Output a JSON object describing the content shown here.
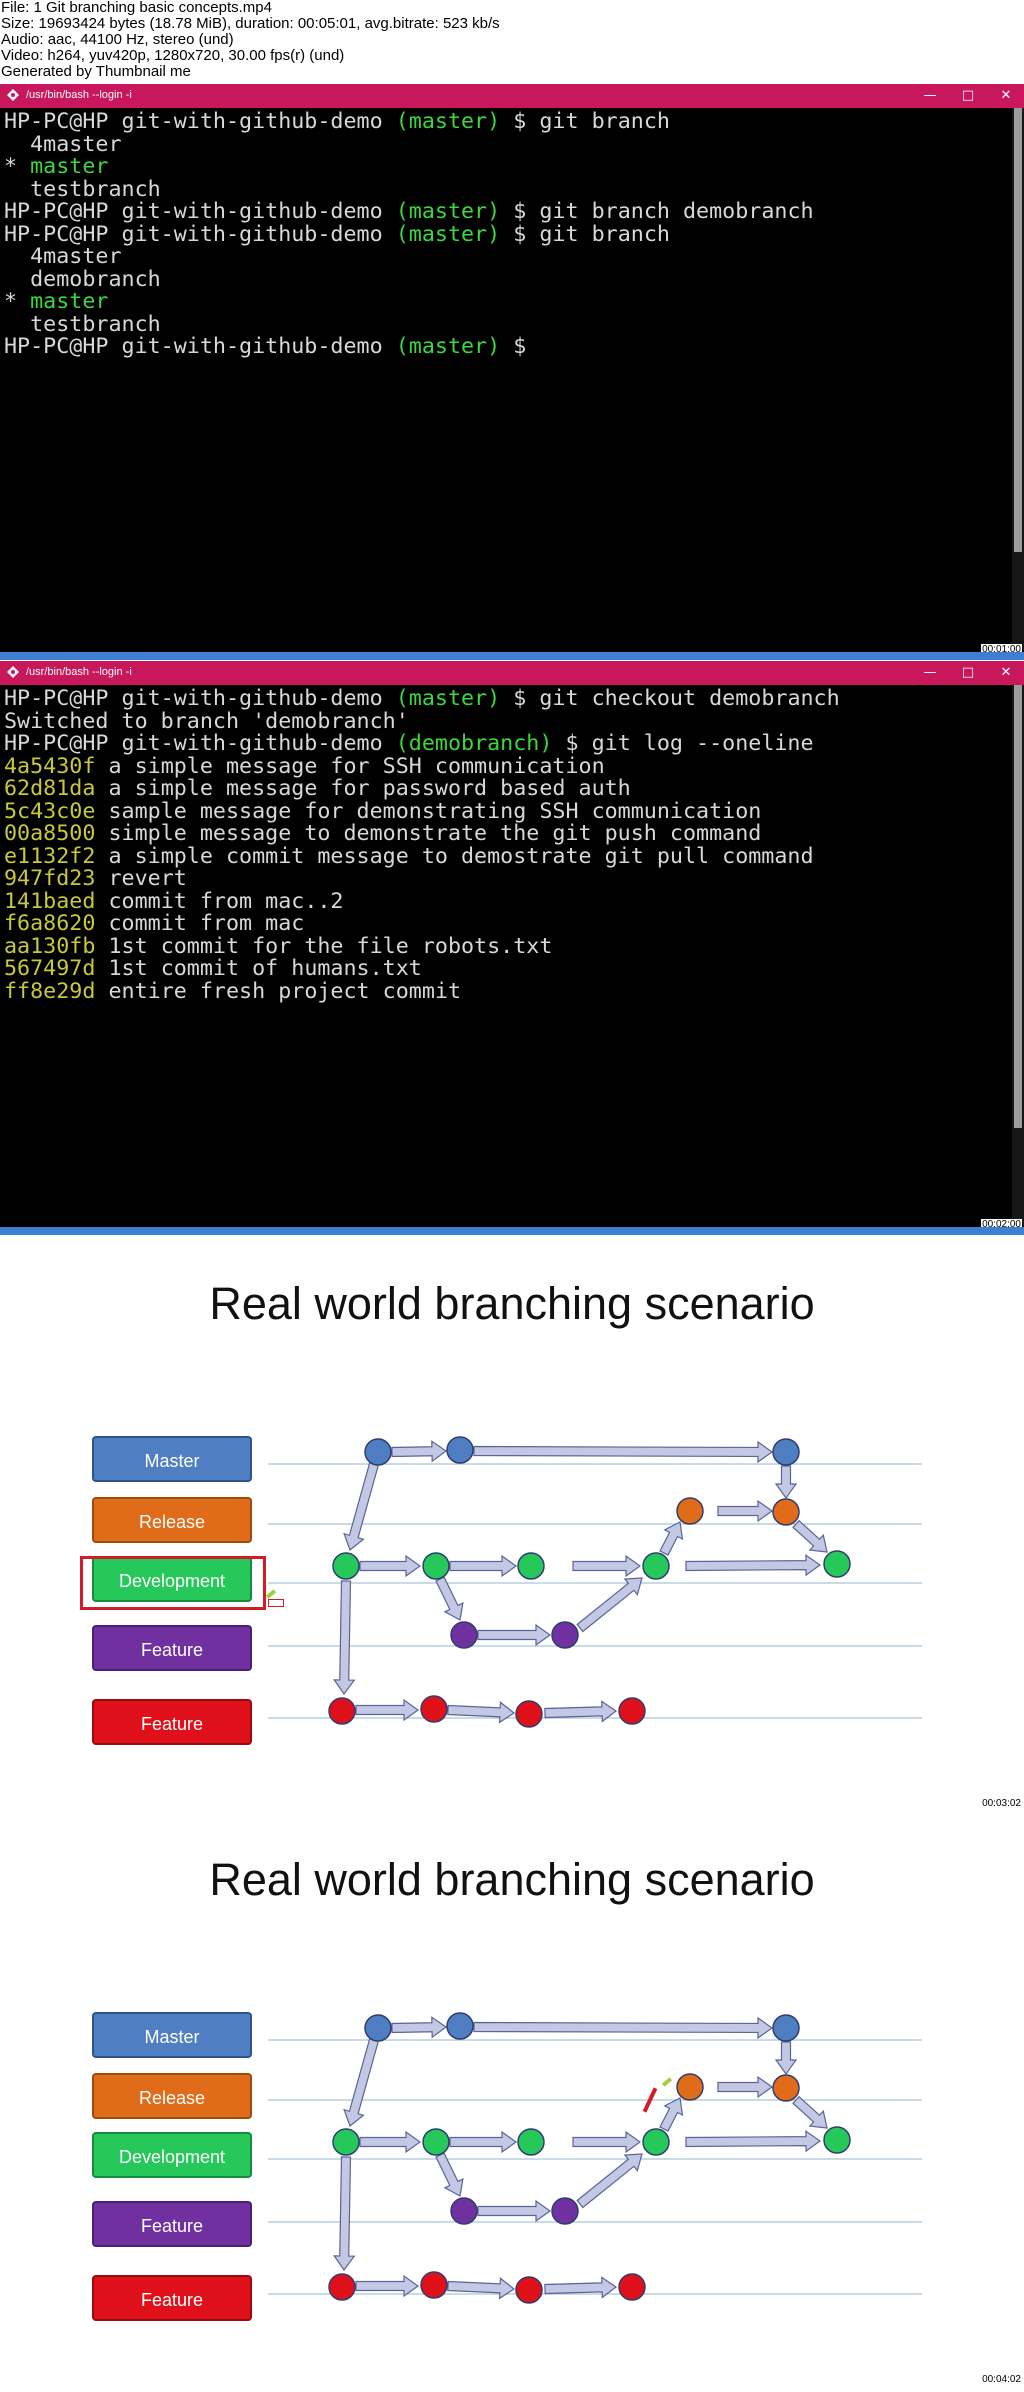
{
  "file_info": {
    "lines": [
      "File: 1 Git branching basic concepts.mp4",
      "Size: 19693424 bytes (18.78 MiB), duration: 00:05:01, avg.bitrate: 523 kb/s",
      "Audio: aac, 44100 Hz, stereo (und)",
      "Video: h264, yuv420p, 1280x720, 30.00 fps(r) (und)",
      "Generated by Thumbnail me"
    ]
  },
  "terminal1": {
    "title": "/usr/bin/bash --login -i",
    "timestamp": "00:01:00",
    "prompt_user": "HP-PC@HP git-with-github-demo ",
    "branch_tag": "(master)",
    "cmd1": " $ git branch",
    "b_4master": "  4master",
    "b_master_star": "* ",
    "b_master": "master",
    "b_testbranch": "  testbranch",
    "cmd2": " $ git branch demobranch",
    "cmd3": " $ git branch",
    "b_demobranch": "  demobranch",
    "cmd4": " $"
  },
  "terminal2": {
    "title": "/usr/bin/bash --login -i",
    "timestamp": "00:02:00",
    "prompt_user": "HP-PC@HP git-with-github-demo ",
    "branch_master": "(master)",
    "cmd1": " $ git checkout demobranch",
    "switched": "Switched to branch 'demobranch'",
    "branch_demo": "(demobranch)",
    "cmd2": " $ git log --oneline",
    "log": [
      {
        "hash": "4a5430f",
        "msg": " a simple message for SSH communication"
      },
      {
        "hash": "62d81da",
        "msg": " a simple message for password based auth"
      },
      {
        "hash": "5c43c0e",
        "msg": " sample message for demonstrating SSH communication"
      },
      {
        "hash": "00a8500",
        "msg": " simple message to demonstrate the git push command"
      },
      {
        "hash": "e1132f2",
        "msg": " a simple commit message to demostrate git pull command"
      },
      {
        "hash": "947fd23",
        "msg": " revert"
      },
      {
        "hash": "141baed",
        "msg": " commit from mac..2"
      },
      {
        "hash": "f6a8620",
        "msg": " commit from mac"
      },
      {
        "hash": "aa130fb",
        "msg": " 1st commit for the file robots.txt"
      },
      {
        "hash": "567497d",
        "msg": " 1st commit of humans.txt"
      },
      {
        "hash": "ff8e29d",
        "msg": " entire fresh project commit"
      }
    ]
  },
  "slide1": {
    "title": "Real world branching scenario",
    "timestamp": "00:03:02",
    "labels": [
      "Master",
      "Release",
      "Development",
      "Feature",
      "Feature"
    ]
  },
  "slide2": {
    "title": "Real world branching scenario",
    "timestamp": "00:04:02",
    "labels": [
      "Master",
      "Release",
      "Development",
      "Feature",
      "Feature"
    ]
  },
  "colors": {
    "master": "#4f7fc2",
    "release": "#e06c1a",
    "development": "#26c85a",
    "feature_purple": "#7030a0",
    "feature_red": "#e0101a",
    "terminal_titlebar": "#c8175a",
    "prompt_green": "#3dd63d",
    "hash_yellow": "#c8c83c"
  },
  "icons": {
    "window_minimize": "minimize-icon",
    "window_maximize": "maximize-icon",
    "window_close": "close-icon",
    "git_bash": "git-bash-icon"
  }
}
